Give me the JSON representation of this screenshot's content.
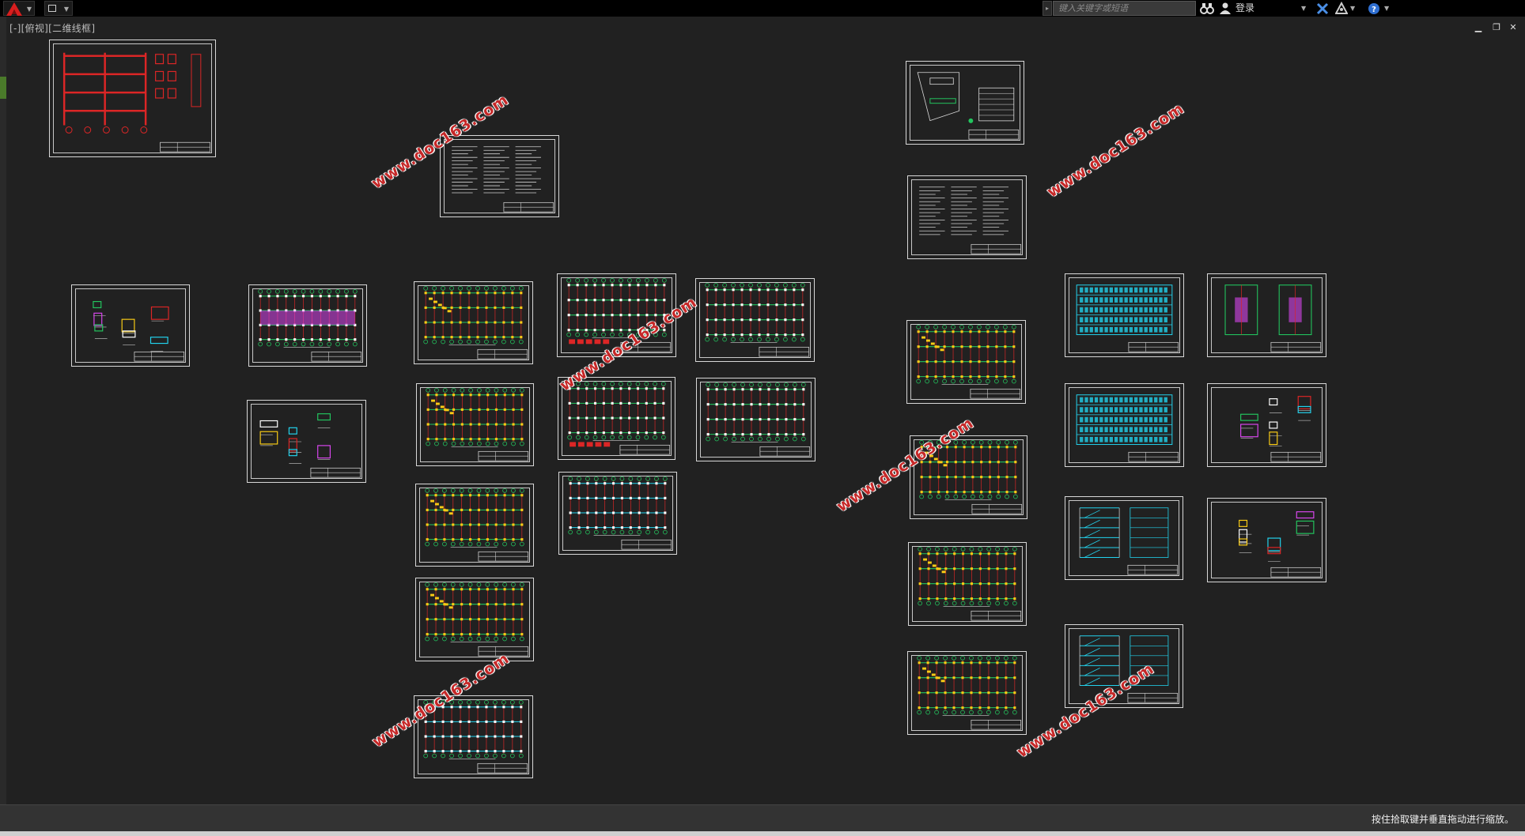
{
  "toolbar": {
    "app_icon": "autocad-a-icon",
    "search_placeholder": "键入关键字或短语",
    "login_label": "登录"
  },
  "drawing": {
    "viewport_label": "[-][俯视][二维线框]"
  },
  "watermark": "www.doc163.com",
  "status": {
    "hint": "按住拾取键并垂直拖动进行缩放。"
  },
  "colors": {
    "background": "#212121",
    "watermark": "#c62828",
    "grid_green": "#22c55e",
    "axis_red": "#dc2626",
    "column_yellow": "#facc15",
    "wall_cyan": "#22d3ee",
    "accent_magenta": "#d946ef"
  }
}
